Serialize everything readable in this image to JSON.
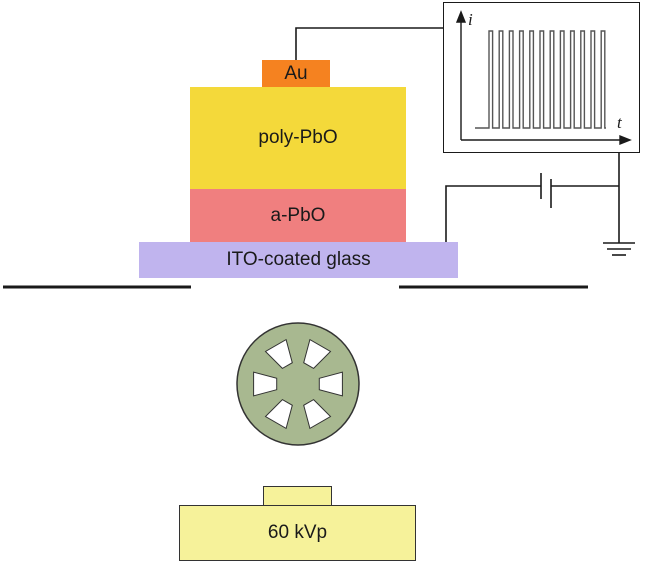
{
  "stack": {
    "electrode_label": "Au",
    "top_layer_label": "poly-PbO",
    "middle_layer_label": "a-PbO",
    "substrate_label": "ITO-coated glass"
  },
  "oscilloscope": {
    "y_axis_label": "i",
    "x_axis_label": "t",
    "pulse_count": 12
  },
  "source": {
    "label": "60 kVp"
  },
  "colors": {
    "gold": "#f58220",
    "poly_pbo": "#f4d93a",
    "a_pbo": "#f07f7f",
    "ito_glass": "#c0b4ee",
    "chopper": "#a8b890",
    "source_housing": "#f6f29a",
    "wire": "#1a1a1a"
  }
}
